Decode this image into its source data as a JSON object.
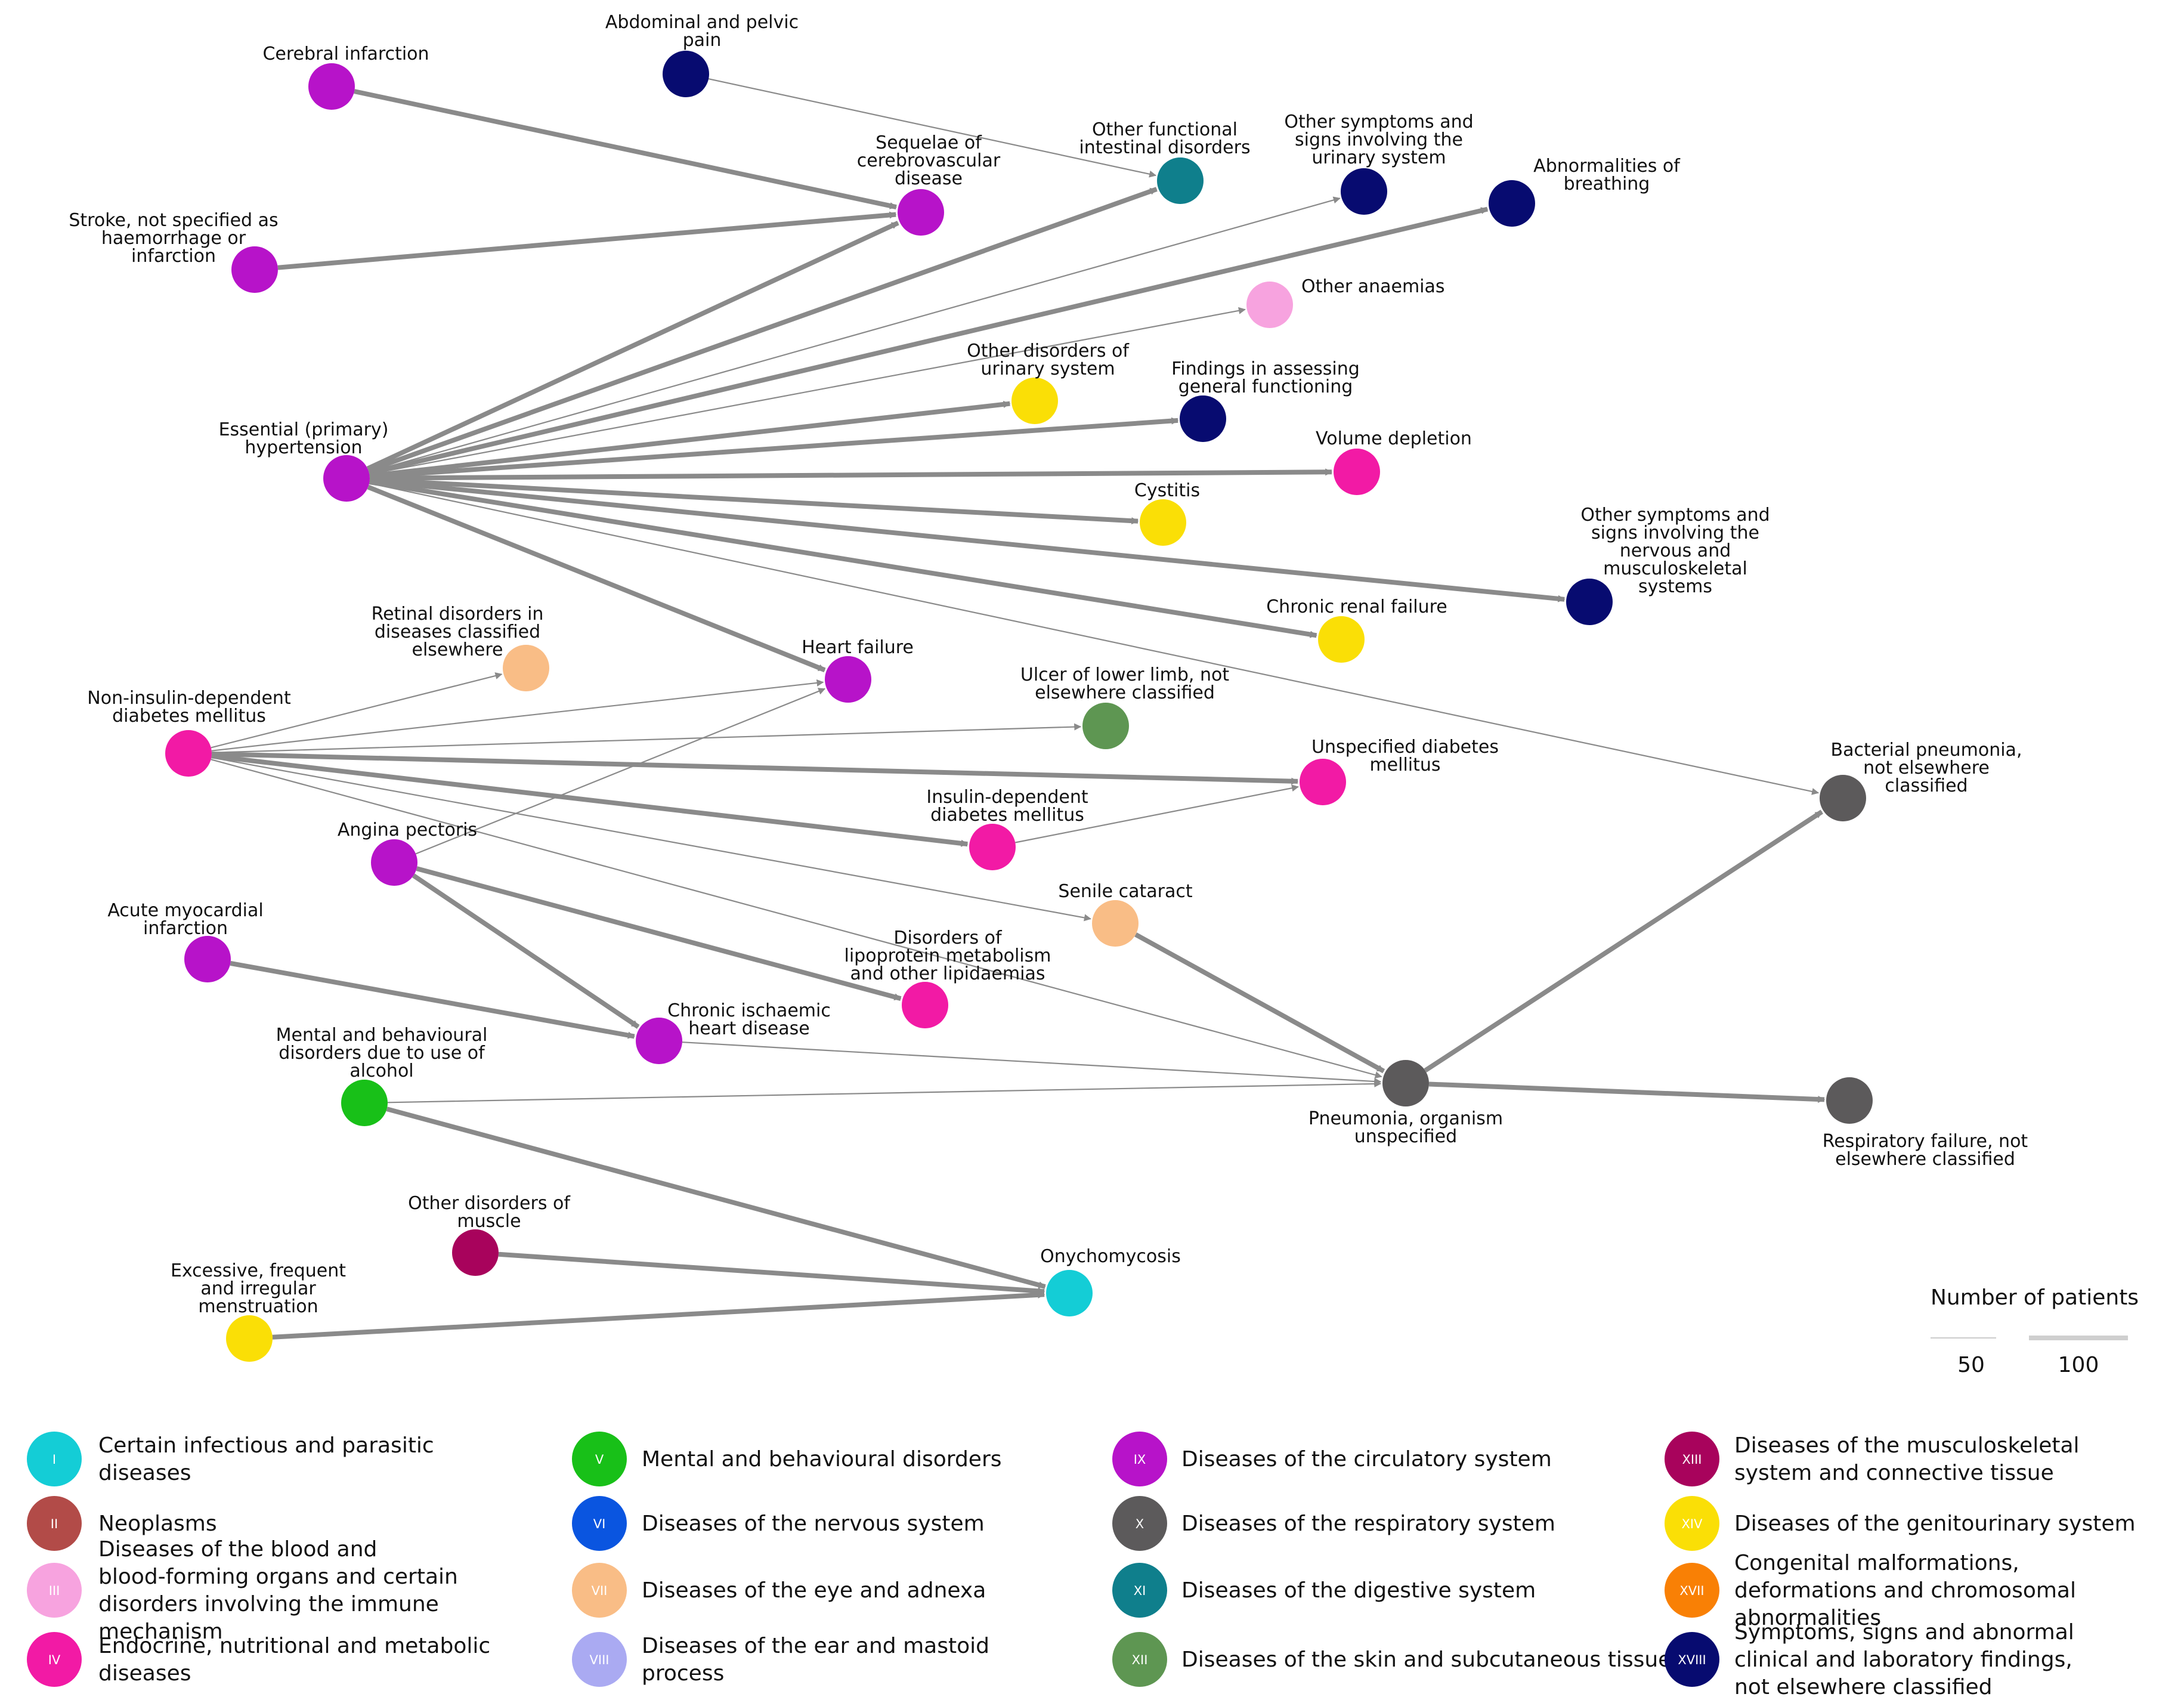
{
  "categories": [
    {
      "id": "I",
      "numeral": "I",
      "label": "Certain infectious and parasitic diseases",
      "color": "#14cdd6"
    },
    {
      "id": "II",
      "numeral": "II",
      "label": "Neoplasms",
      "color": "#b24b48"
    },
    {
      "id": "III",
      "numeral": "III",
      "label": "Diseases of the blood and blood-forming organs and certain disorders involving the immune mechanism",
      "color": "#f7a3df"
    },
    {
      "id": "IV",
      "numeral": "IV",
      "label": "Endocrine, nutritional and metabolic diseases",
      "color": "#f21aa5"
    },
    {
      "id": "V",
      "numeral": "V",
      "label": "Mental and behavioural disorders",
      "color": "#18c018"
    },
    {
      "id": "VI",
      "numeral": "VI",
      "label": "Diseases of the nervous system",
      "color": "#0a55e0"
    },
    {
      "id": "VII",
      "numeral": "VII",
      "label": "Diseases of the eye and adnexa",
      "color": "#f9bd86"
    },
    {
      "id": "VIII",
      "numeral": "VIII",
      "label": "Diseases of the ear and mastoid process",
      "color": "#aaaaf2"
    },
    {
      "id": "IX",
      "numeral": "IX",
      "label": "Diseases of the circulatory system",
      "color": "#b713c9"
    },
    {
      "id": "X",
      "numeral": "X",
      "label": "Diseases of the respiratory system",
      "color": "#5c5a5b"
    },
    {
      "id": "XI",
      "numeral": "XI",
      "label": "Diseases of the digestive system",
      "color": "#0f7f8c"
    },
    {
      "id": "XII",
      "numeral": "XII",
      "label": "Diseases of the skin and subcutaneous tissue",
      "color": "#5e9652"
    },
    {
      "id": "XIII",
      "numeral": "XIII",
      "label": "Diseases of the musculoskeletal system and connective tissue",
      "color": "#a8035c"
    },
    {
      "id": "XIV",
      "numeral": "XIV",
      "label": "Diseases of the genitourinary system",
      "color": "#fadf06"
    },
    {
      "id": "XVII",
      "numeral": "XVII",
      "label": "Congenital malformations, deformations and chromosomal abnormalities",
      "color": "#f98005"
    },
    {
      "id": "XVIII",
      "numeral": "XVIII",
      "label": "Symptoms, signs and abnormal clinical and laboratory findings, not elsewhere classified",
      "color": "#070b70"
    }
  ],
  "nodes": [
    {
      "id": "cerebral-infarction",
      "label": "Cerebral infarction",
      "category": "IX"
    },
    {
      "id": "abdominal-pelvic-pain",
      "label": "Abdominal and pelvic pain",
      "category": "XVIII"
    },
    {
      "id": "sequelae-cerebrovascular",
      "label": "Sequelae of cerebrovascular disease",
      "category": "IX"
    },
    {
      "id": "stroke-not-specified",
      "label": "Stroke, not specified as haemorrhage or infarction",
      "category": "IX"
    },
    {
      "id": "other-functional-intestinal",
      "label": "Other functional intestinal disorders",
      "category": "XI"
    },
    {
      "id": "other-symptoms-urinary",
      "label": "Other symptoms and signs involving the urinary system",
      "category": "XVIII"
    },
    {
      "id": "abnormalities-breathing",
      "label": "Abnormalities of breathing",
      "category": "XVIII"
    },
    {
      "id": "other-anaemias",
      "label": "Other anaemias",
      "category": "III"
    },
    {
      "id": "other-disorders-urinary",
      "label": "Other disorders of urinary system",
      "category": "XIV"
    },
    {
      "id": "findings-general-functioning",
      "label": "Findings in assessing general functioning",
      "category": "XVIII"
    },
    {
      "id": "essential-hypertension",
      "label": "Essential (primary) hypertension",
      "category": "IX"
    },
    {
      "id": "volume-depletion",
      "label": "Volume depletion",
      "category": "IV"
    },
    {
      "id": "cystitis",
      "label": "Cystitis",
      "category": "XIV"
    },
    {
      "id": "other-symptoms-nervous",
      "label": "Other symptoms and signs involving the nervous and musculoskeletal systems",
      "category": "XVIII"
    },
    {
      "id": "chronic-renal-failure",
      "label": "Chronic renal failure",
      "category": "XIV"
    },
    {
      "id": "retinal-disorders",
      "label": "Retinal disorders in diseases classified elsewhere",
      "category": "VII"
    },
    {
      "id": "heart-failure",
      "label": "Heart failure",
      "category": "IX"
    },
    {
      "id": "ulcer-lower-limb",
      "label": "Ulcer of lower limb, not elsewhere classified",
      "category": "XII"
    },
    {
      "id": "non-insulin-diabetes",
      "label": "Non-insulin-dependent diabetes mellitus",
      "category": "IV"
    },
    {
      "id": "unspecified-diabetes",
      "label": "Unspecified diabetes mellitus",
      "category": "IV"
    },
    {
      "id": "bacterial-pneumonia",
      "label": "Bacterial pneumonia, not elsewhere classified",
      "category": "X"
    },
    {
      "id": "insulin-dependent-diabetes",
      "label": "Insulin-dependent diabetes mellitus",
      "category": "IV"
    },
    {
      "id": "angina-pectoris",
      "label": "Angina pectoris",
      "category": "IX"
    },
    {
      "id": "senile-cataract",
      "label": "Senile cataract",
      "category": "VII"
    },
    {
      "id": "acute-myocardial-infarction",
      "label": "Acute myocardial infarction",
      "category": "IX"
    },
    {
      "id": "disorders-lipoprotein",
      "label": "Disorders of lipoprotein metabolism and other lipidaemias",
      "category": "IV"
    },
    {
      "id": "chronic-ischaemic-heart",
      "label": "Chronic ischaemic heart disease",
      "category": "IX"
    },
    {
      "id": "mental-behavioural-alcohol",
      "label": "Mental and behavioural disorders due to use of alcohol",
      "category": "V"
    },
    {
      "id": "pneumonia-unspecified",
      "label": "Pneumonia, organism unspecified",
      "category": "X"
    },
    {
      "id": "respiratory-failure",
      "label": "Respiratory failure, not elsewhere classified",
      "category": "X"
    },
    {
      "id": "other-disorders-muscle",
      "label": "Other disorders of muscle",
      "category": "XIII"
    },
    {
      "id": "onychomycosis",
      "label": "Onychomycosis",
      "category": "I"
    },
    {
      "id": "excessive-menstruation",
      "label": "Excessive, frequent and irregular menstruation",
      "category": "XIV"
    }
  ],
  "edges": [
    {
      "from": "cerebral-infarction",
      "to": "sequelae-cerebrovascular",
      "patients": 100
    },
    {
      "from": "stroke-not-specified",
      "to": "sequelae-cerebrovascular",
      "patients": 100
    },
    {
      "from": "abdominal-pelvic-pain",
      "to": "other-functional-intestinal",
      "patients": 50
    },
    {
      "from": "essential-hypertension",
      "to": "sequelae-cerebrovascular",
      "patients": 100
    },
    {
      "from": "essential-hypertension",
      "to": "other-functional-intestinal",
      "patients": 100
    },
    {
      "from": "essential-hypertension",
      "to": "other-symptoms-urinary",
      "patients": 50
    },
    {
      "from": "essential-hypertension",
      "to": "abnormalities-breathing",
      "patients": 100
    },
    {
      "from": "essential-hypertension",
      "to": "other-anaemias",
      "patients": 50
    },
    {
      "from": "essential-hypertension",
      "to": "other-disorders-urinary",
      "patients": 100
    },
    {
      "from": "essential-hypertension",
      "to": "findings-general-functioning",
      "patients": 100
    },
    {
      "from": "essential-hypertension",
      "to": "volume-depletion",
      "patients": 100
    },
    {
      "from": "essential-hypertension",
      "to": "cystitis",
      "patients": 100
    },
    {
      "from": "essential-hypertension",
      "to": "other-symptoms-nervous",
      "patients": 100
    },
    {
      "from": "essential-hypertension",
      "to": "chronic-renal-failure",
      "patients": 100
    },
    {
      "from": "essential-hypertension",
      "to": "heart-failure",
      "patients": 100
    },
    {
      "from": "essential-hypertension",
      "to": "bacterial-pneumonia",
      "patients": 50
    },
    {
      "from": "non-insulin-diabetes",
      "to": "retinal-disorders",
      "patients": 50
    },
    {
      "from": "non-insulin-diabetes",
      "to": "heart-failure",
      "patients": 50
    },
    {
      "from": "non-insulin-diabetes",
      "to": "ulcer-lower-limb",
      "patients": 50
    },
    {
      "from": "non-insulin-diabetes",
      "to": "unspecified-diabetes",
      "patients": 100
    },
    {
      "from": "non-insulin-diabetes",
      "to": "insulin-dependent-diabetes",
      "patients": 100
    },
    {
      "from": "non-insulin-diabetes",
      "to": "senile-cataract",
      "patients": 50
    },
    {
      "from": "non-insulin-diabetes",
      "to": "pneumonia-unspecified",
      "patients": 50
    },
    {
      "from": "insulin-dependent-diabetes",
      "to": "unspecified-diabetes",
      "patients": 50
    },
    {
      "from": "angina-pectoris",
      "to": "heart-failure",
      "patients": 50
    },
    {
      "from": "angina-pectoris",
      "to": "disorders-lipoprotein",
      "patients": 100
    },
    {
      "from": "angina-pectoris",
      "to": "chronic-ischaemic-heart",
      "patients": 100
    },
    {
      "from": "acute-myocardial-infarction",
      "to": "chronic-ischaemic-heart",
      "patients": 100
    },
    {
      "from": "chronic-ischaemic-heart",
      "to": "pneumonia-unspecified",
      "patients": 50
    },
    {
      "from": "senile-cataract",
      "to": "pneumonia-unspecified",
      "patients": 100
    },
    {
      "from": "mental-behavioural-alcohol",
      "to": "pneumonia-unspecified",
      "patients": 50
    },
    {
      "from": "mental-behavioural-alcohol",
      "to": "onychomycosis",
      "patients": 100
    },
    {
      "from": "pneumonia-unspecified",
      "to": "bacterial-pneumonia",
      "patients": 100
    },
    {
      "from": "pneumonia-unspecified",
      "to": "respiratory-failure",
      "patients": 100
    },
    {
      "from": "other-disorders-muscle",
      "to": "onychomycosis",
      "patients": 100
    },
    {
      "from": "excessive-menstruation",
      "to": "onychomycosis",
      "patients": 100
    }
  ],
  "edge_color": "#8a8a8a",
  "size_legend": {
    "title": "Number of patients",
    "items": [
      {
        "label": "50",
        "patients": 50
      },
      {
        "label": "100",
        "patients": 100
      }
    ]
  }
}
